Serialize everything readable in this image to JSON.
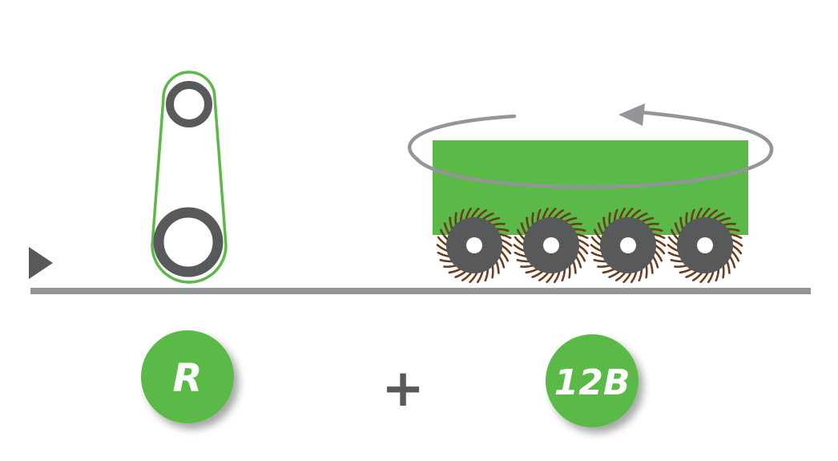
{
  "colors": {
    "green": "#5ab947",
    "dark_gray": "#58595b",
    "mid_gray": "#939598",
    "brown": "#6b3d1c",
    "white": "#ffffff"
  },
  "badges": {
    "left_label": "R",
    "right_label": "12B"
  },
  "operator": "+",
  "brush_count": 4,
  "icons": {
    "feed_direction": "triangle-right-icon",
    "rotation": "circular-arrow-icon"
  }
}
